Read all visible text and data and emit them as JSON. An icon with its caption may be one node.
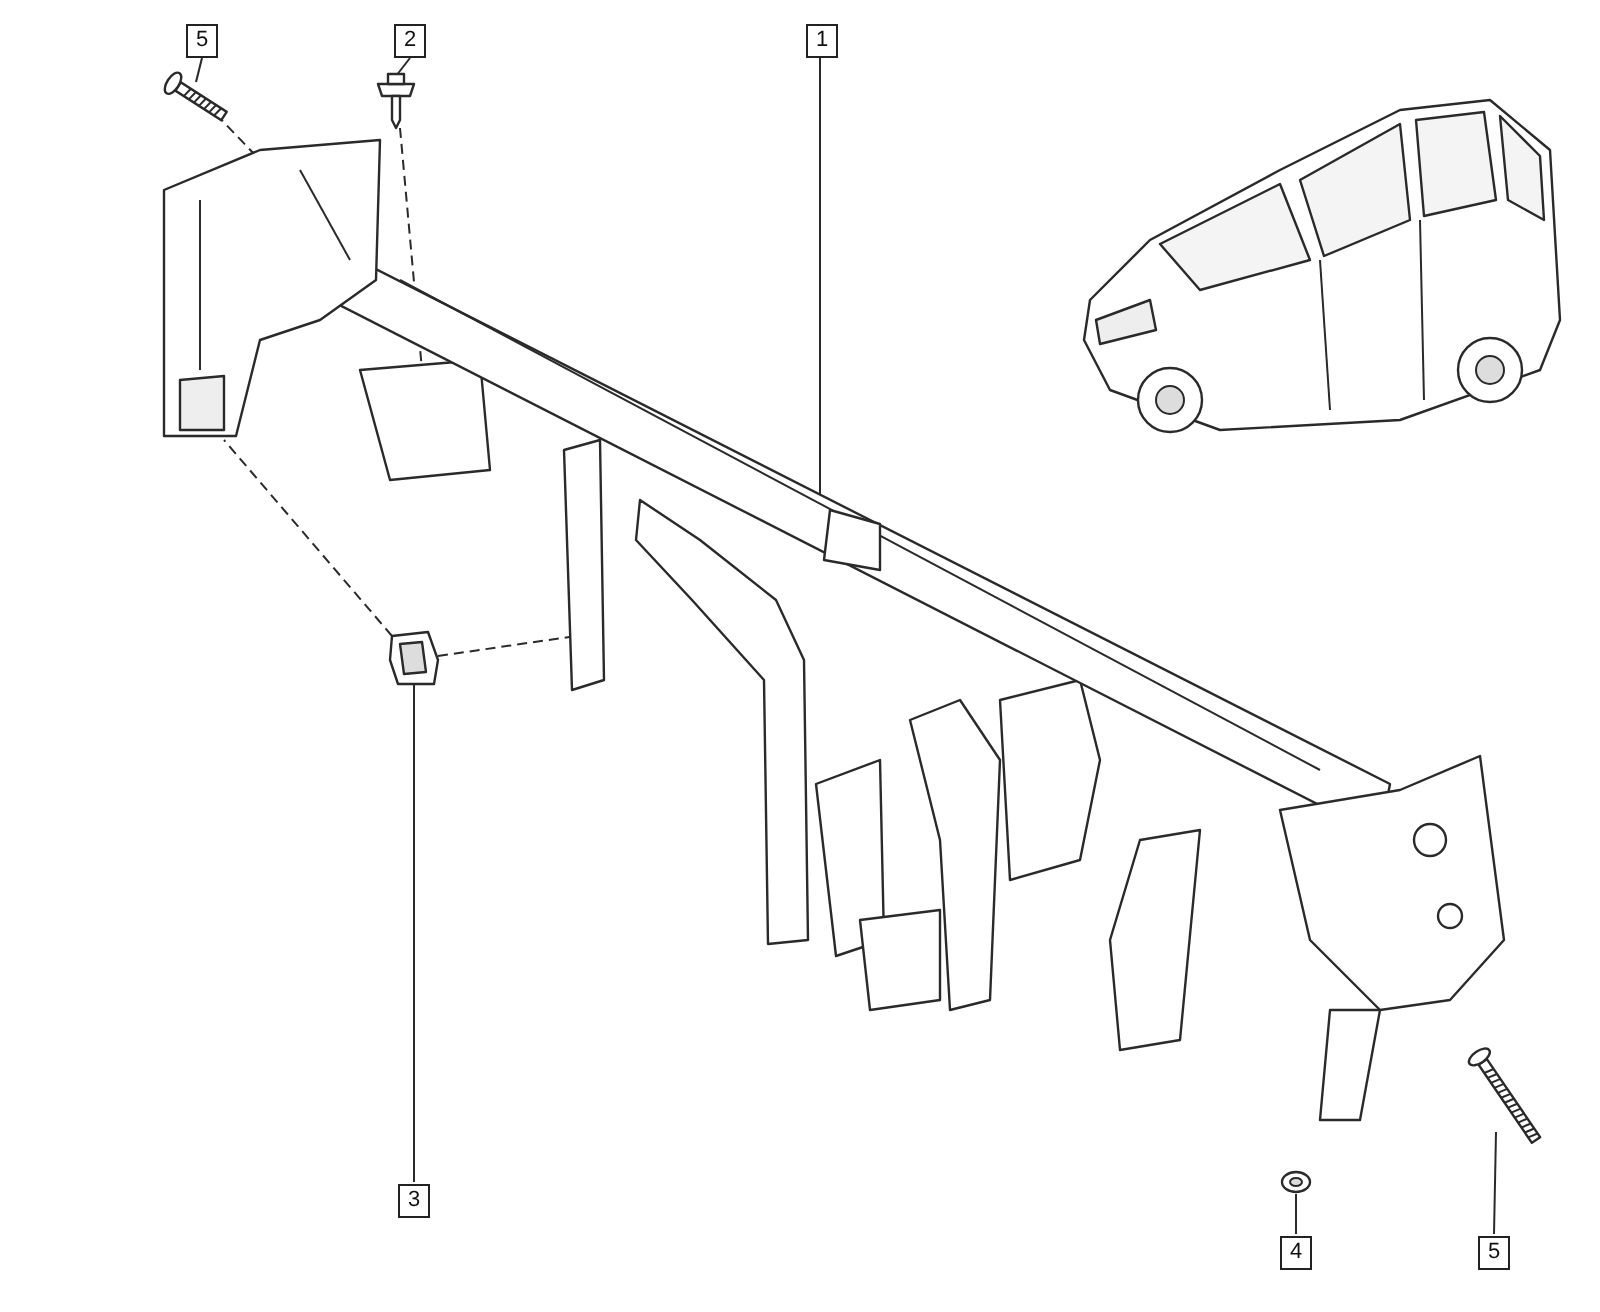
{
  "diagram": {
    "nodes": [
      {
        "text": [
          "5"
        ]
      },
      {
        "text": [],
        "shape": "picture"
      },
      {
        "text": [
          "2"
        ]
      },
      {
        "text": [],
        "shape": "picture"
      },
      {
        "text": [
          "1"
        ]
      },
      {
        "text": [],
        "shape": "picture"
      },
      {
        "text": [
          "3"
        ]
      },
      {
        "text": [],
        "shape": "picture"
      },
      {
        "text": [
          "4"
        ]
      },
      {
        "text": [],
        "shape": "picture"
      },
      {
        "text": [
          "5"
        ]
      },
      {
        "text": [],
        "shape": "picture"
      }
    ],
    "edges": [
      {
        "from": 0,
        "to": 1,
        "arrow": "none"
      },
      {
        "from": 2,
        "to": 3,
        "arrow": "none"
      },
      {
        "from": 4,
        "to": 5,
        "arrow": "none"
      },
      {
        "from": 6,
        "to": 7,
        "arrow": "none"
      },
      {
        "from": 8,
        "to": 9,
        "arrow": "none"
      },
      {
        "from": 10,
        "to": 11,
        "arrow": "none"
      },
      {
        "from": 1,
        "to": 5,
        "arrow": "none",
        "style": "dashed"
      },
      {
        "from": 3,
        "to": 5,
        "arrow": "none",
        "style": "dashed"
      },
      {
        "from": 7,
        "to": 5,
        "arrow": "none",
        "style": "dashed"
      },
      {
        "from": 7,
        "to": 5,
        "arrow": "none",
        "style": "dashed"
      }
    ]
  }
}
